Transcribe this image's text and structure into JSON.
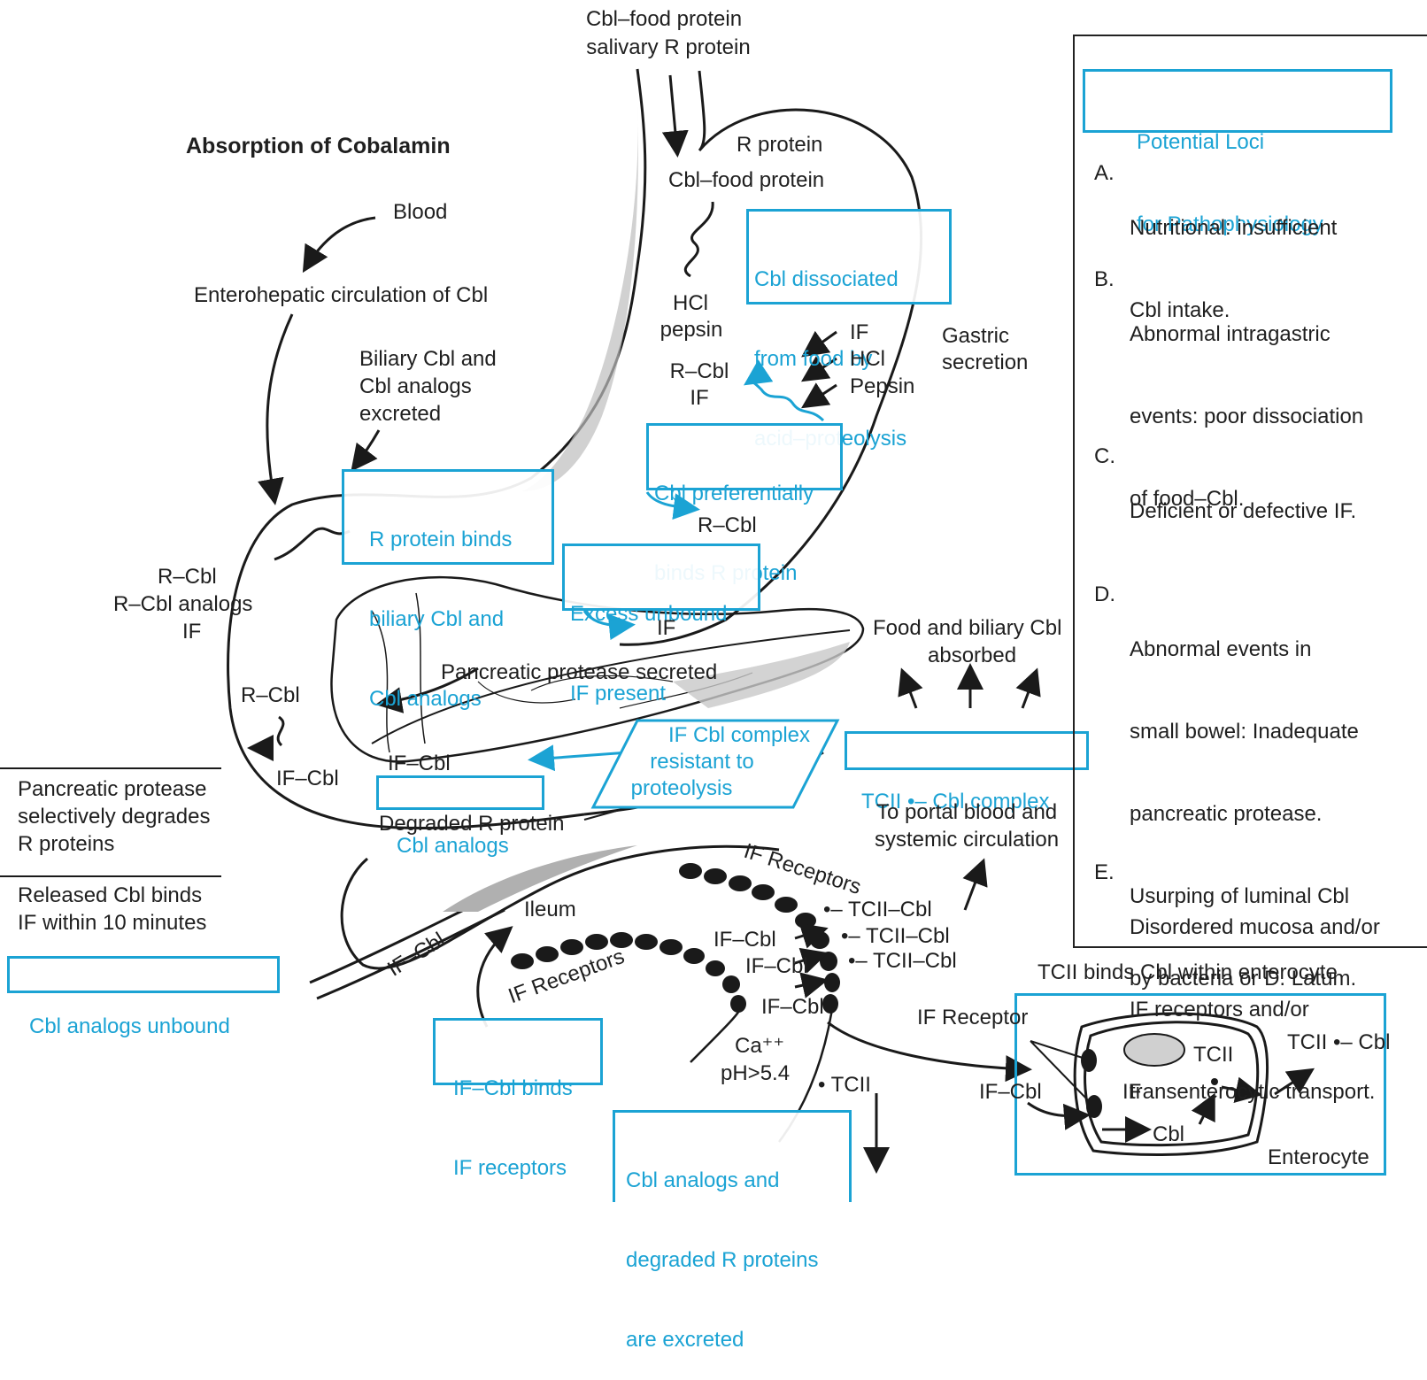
{
  "diagram": {
    "title": "Absorption of Cobalamin",
    "top_inputs": [
      "Cbl–food protein",
      "salivary R protein"
    ],
    "stomach": {
      "r_protein": "R protein",
      "cbl_food_protein": "Cbl–food protein",
      "hcl_pepsin": [
        "HCl",
        "pepsin"
      ],
      "dissociation_box": [
        "Cbl dissociated",
        "from food by",
        "acid–proteolysis"
      ],
      "secretions": [
        "IF",
        "HCl",
        "Pepsin"
      ],
      "gastric_secretion": [
        "Gastric",
        "secretion"
      ],
      "r_cbl_if": [
        "R–Cbl",
        "IF"
      ],
      "binds_r_box": [
        "Cbl preferentially",
        "binds R protein"
      ],
      "r_cbl": "R–Cbl",
      "excess_if_box": [
        "Excess unbound",
        "IF present"
      ],
      "if_label": "IF"
    },
    "liver_side": {
      "blood": "Blood",
      "enterohepatic": "Enterohepatic circulation of Cbl",
      "biliary": [
        "Biliary Cbl and",
        "Cbl analogs",
        "excreted"
      ],
      "r_protein_box": [
        "R protein binds",
        "biliary Cbl and",
        "Cbl analogs"
      ],
      "duodenum_contents": [
        "R–Cbl",
        "R–Cbl analogs",
        "IF"
      ],
      "r_cbl": "R–Cbl",
      "if_cbl": "IF–Cbl"
    },
    "pancreas": {
      "protease_secreted": "Pancreatic protease secreted",
      "if_cbl": "IF–Cbl",
      "cbl_analogs_box": "Cbl analogs",
      "degraded": "Degraded R protein",
      "resistant_box": [
        "IF Cbl complex",
        "resistant to",
        "proteolysis"
      ]
    },
    "left_notes": {
      "protease_note": [
        "Pancreatic protease",
        "selectively degrades",
        "R proteins"
      ],
      "binding_note": [
        "Released Cbl binds",
        "IF within 10 minutes"
      ],
      "unbound_box": "Cbl analogs unbound"
    },
    "absorption": {
      "food_biliary": [
        "Food and biliary Cbl",
        "absorbed"
      ],
      "tcii_box": "TCII •– Cbl complex",
      "portal": [
        "To portal blood and",
        "systemic circulation"
      ]
    },
    "ileum": {
      "ileum_label": "Ileum",
      "if_cbl_tube": "IF–Cbl",
      "if_receptors_1": "IF Receptors",
      "if_receptors_2": "IF Receptors",
      "tcii_cbl": [
        "•– TCII–Cbl",
        "•– TCII–Cbl",
        "•– TCII–Cbl"
      ],
      "if_cbl_list": [
        "IF–Cbl",
        "IF–Cbl",
        "IF–Cbl"
      ],
      "ca_ph": [
        "Ca⁺⁺",
        "pH>5.4"
      ],
      "tcii": "• TCII",
      "binds_box": [
        "IF–Cbl binds",
        "IF receptors"
      ],
      "excreted_box": [
        "Cbl analogs and",
        "degraded R proteins",
        "are excreted"
      ]
    },
    "enterocyte": {
      "title": "TCII binds Cbl within enterocyte",
      "if_receptor": "IF Receptor",
      "if_cbl": "IF–Cbl",
      "tcii": "TCII",
      "if": "IF",
      "cbl": "Cbl",
      "tcii_cbl": "TCII •– Cbl",
      "enterocyte": "Enterocyte"
    }
  },
  "loci_panel": {
    "header": [
      "Potential Loci",
      "for Pathophysiology"
    ],
    "items": [
      {
        "letter": "A.",
        "text": [
          "Nutritional: insufficient",
          "Cbl intake."
        ]
      },
      {
        "letter": "B.",
        "text": [
          "Abnormal intragastric",
          "events: poor dissociation",
          "of food–Cbl."
        ]
      },
      {
        "letter": "C.",
        "text": [
          "Deficient or defective IF."
        ]
      },
      {
        "letter": "D.",
        "text": [
          "Abnormal events in",
          "small bowel: Inadequate",
          "pancreatic protease.",
          "Usurping of luminal Cbl",
          "by bacteria or D. Latum."
        ]
      },
      {
        "letter": "E.",
        "text": [
          "Disordered mucosa and/or",
          "IF receptors and/or",
          "transenterocytic transport."
        ]
      }
    ]
  },
  "colors": {
    "accent": "#1ba3d4",
    "ink": "#1f1f1f",
    "shade": "#b8b8b8"
  }
}
